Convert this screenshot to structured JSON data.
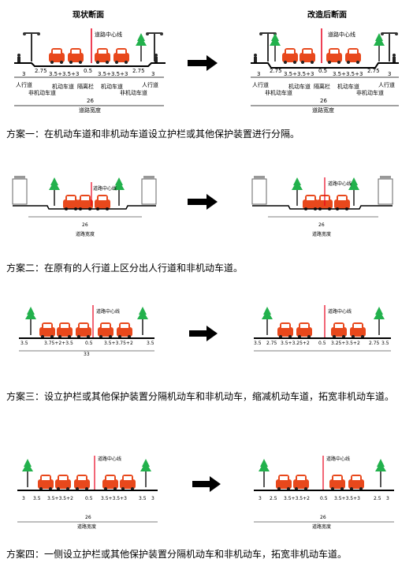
{
  "scheme1": {
    "before_title": "现状断面",
    "after_title": "改造后断面",
    "centerline": "道路中心线",
    "before_dims": [
      "3",
      "2.75",
      "3.5+3.5+3",
      "0.5",
      "3.5+3.5+3",
      "2.75",
      "3"
    ],
    "after_dims": [
      "3",
      "2.75",
      "3.5+3.5+3",
      "0.5",
      "3.5+3.5+3",
      "2.75",
      "3"
    ],
    "labels_left": [
      "人行道",
      "非机动车道",
      "机动车道"
    ],
    "labels_mid": "隔离栏",
    "labels_right": [
      "机动车道",
      "非机动车道",
      "人行道"
    ],
    "total": "26",
    "width_label": "道路宽度",
    "caption": "方案一：在机动车道和非机动车道设立护栏或其他保护装置进行分隔。"
  },
  "scheme2": {
    "centerline": "道路中心线",
    "total": "26",
    "width_label": "道路宽度",
    "caption": "方案二：在原有的人行道上区分出人行道和非机动车道。"
  },
  "scheme3": {
    "centerline": "道路中心线",
    "before_dims": [
      "3.5",
      "3.75+2+3.5",
      "0.5",
      "3.5+3.75+2",
      "3.5"
    ],
    "after_dims": [
      "3.5",
      "2.75",
      "3.5+3.25+2",
      "0.5",
      "3.25+3.5+2",
      "2.75",
      "3.5"
    ],
    "total": "33",
    "caption": "方案三：设立护栏或其他保护装置分隔机动车和非机动车，缩减机动车道，拓宽非机动车道。"
  },
  "scheme4": {
    "centerline": "道路中心线",
    "before_dims": [
      "3",
      "3.5",
      "3.5+3.5+2",
      "0.5",
      "3.5+3.5+3",
      "3.5",
      "3"
    ],
    "after_dims": [
      "3",
      "2.5",
      "3.5+3.5+2",
      "0.5",
      "3.5+3.5+3",
      "2.5",
      "3"
    ],
    "total": "26",
    "width_label": "道路宽度",
    "caption": "方案四：一侧设立护栏或其他保护装置分隔机动车和非机动车，拓宽非机动车道。"
  },
  "arrow_color": "#000000",
  "tree_color": "#22b14c",
  "car_color": "#e8481c",
  "centerline_color": "#e8001c"
}
